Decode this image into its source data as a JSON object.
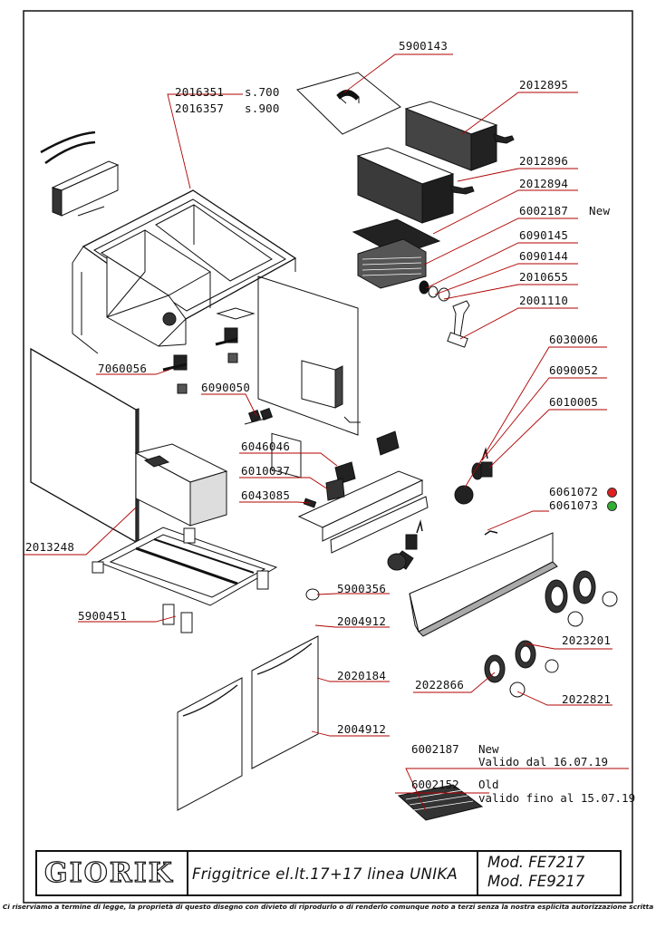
{
  "parts": {
    "p5900143": "5900143",
    "p2016351": "2016351",
    "p2016351_size": "s.700",
    "p2016357": "2016357",
    "p2016357_size": "s.900",
    "p2012895": "2012895",
    "p2012896": "2012896",
    "p2012894": "2012894",
    "p6002187": "6002187",
    "p6002187_flag": "New",
    "p6090145": "6090145",
    "p6090144": "6090144",
    "p2010655": "2010655",
    "p2001110": "2001110",
    "p6030006": "6030006",
    "p7060056": "7060056",
    "p6090050": "6090050",
    "p6090052": "6090052",
    "p6010005": "6010005",
    "p6046046": "6046046",
    "p6010037": "6010037",
    "p6043085": "6043085",
    "p6061072": "6061072",
    "p6061073": "6061073",
    "p2013248": "2013248",
    "p5900356": "5900356",
    "p5900451": "5900451",
    "p2004912a": "2004912",
    "p2023201": "2023201",
    "p2020184": "2020184",
    "p2022866": "2022866",
    "p2022821": "2022821",
    "p2004912b": "2004912"
  },
  "indicator_colors": {
    "p6061072": "#e02020",
    "p6061073": "#30b030"
  },
  "notes": {
    "new_code": "6002187",
    "new_label": "New",
    "new_valid": "Valido dal 16.07.19",
    "old_code": "6002152",
    "old_label": "Old",
    "old_valid": "valido fino al 15.07.19"
  },
  "title_block": {
    "logo": "GIORIK",
    "description": "Friggitrice el.lt.17+17 linea UNIKA",
    "model_1": "Mod. FE7217",
    "model_2": "Mod. FE9217"
  },
  "disclaimer": "Ci riserviamo a termine di legge, la proprietà di questo disegno con divieto di riprodurlo o di renderlo comunque noto a terzi senza la nostra esplicita autorizzazione scritta"
}
